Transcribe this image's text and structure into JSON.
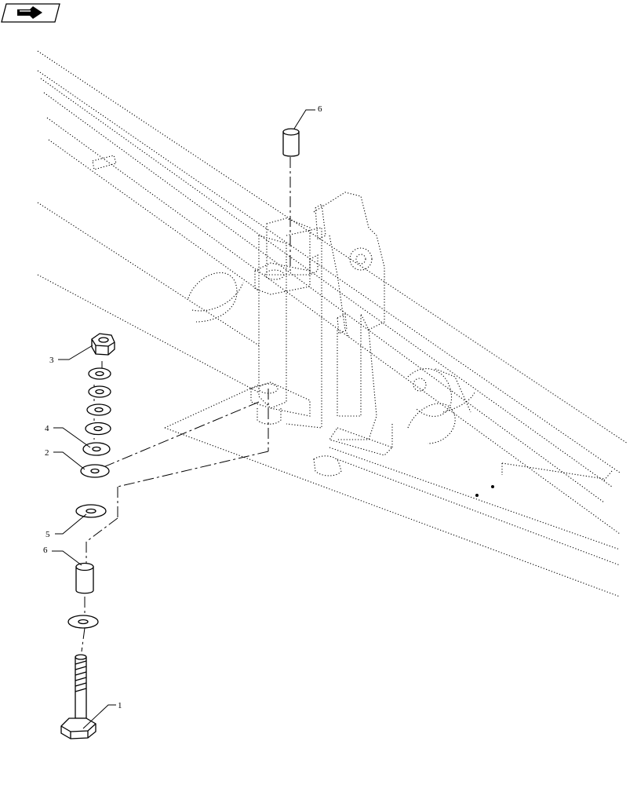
{
  "nav_icon": "forward-arrow-icon",
  "callouts": [
    {
      "id": "callout-1",
      "label": "1"
    },
    {
      "id": "callout-2",
      "label": "2"
    },
    {
      "id": "callout-3",
      "label": "3"
    },
    {
      "id": "callout-4",
      "label": "4"
    },
    {
      "id": "callout-5",
      "label": "5"
    },
    {
      "id": "callout-6-top",
      "label": "6"
    },
    {
      "id": "callout-6-bottom",
      "label": "6"
    }
  ]
}
